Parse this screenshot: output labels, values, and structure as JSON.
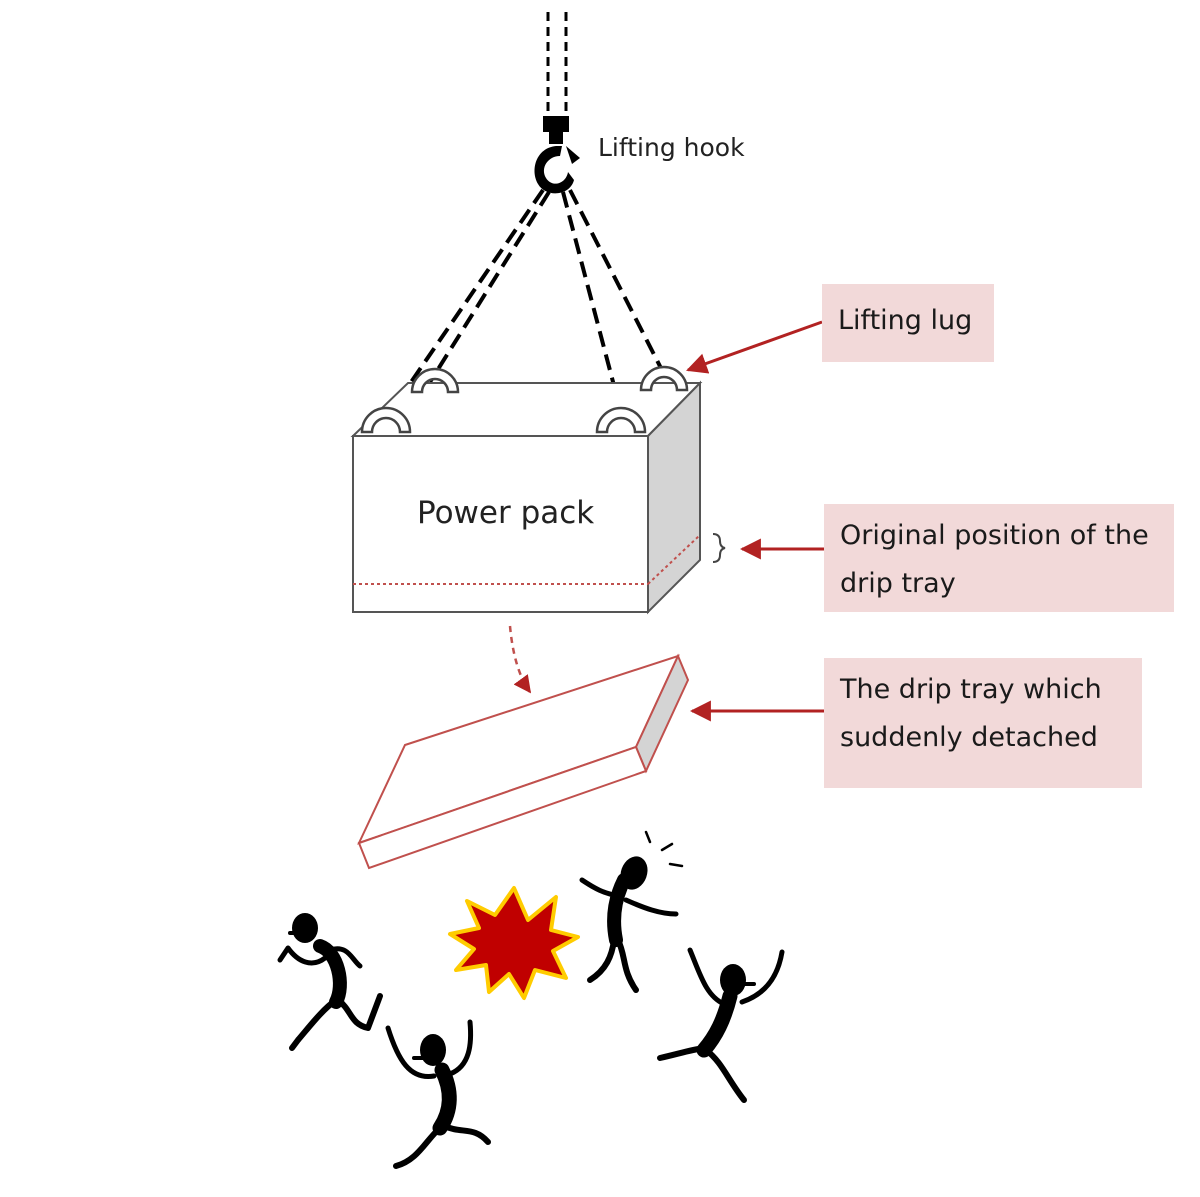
{
  "labels": {
    "lifting_hook": "Lifting hook",
    "power_pack": "Power pack",
    "lifting_lug": "Lifting lug",
    "original_position_line1": "Original position  of the",
    "original_position_line2": "drip tray",
    "drip_tray_line1": "The drip tray which",
    "drip_tray_line2": "suddenly detached"
  },
  "colors": {
    "callout_fill": "#f2d9d9",
    "arrow": "#b22222",
    "tray_outline": "#c0504d",
    "burst_fill": "#c00000",
    "burst_edge": "#ffcc00",
    "figure": "#000000"
  },
  "icons": [
    "lifting-hook-icon",
    "lifting-lug-icon",
    "explosion-burst-icon",
    "stick-figure-icon"
  ]
}
